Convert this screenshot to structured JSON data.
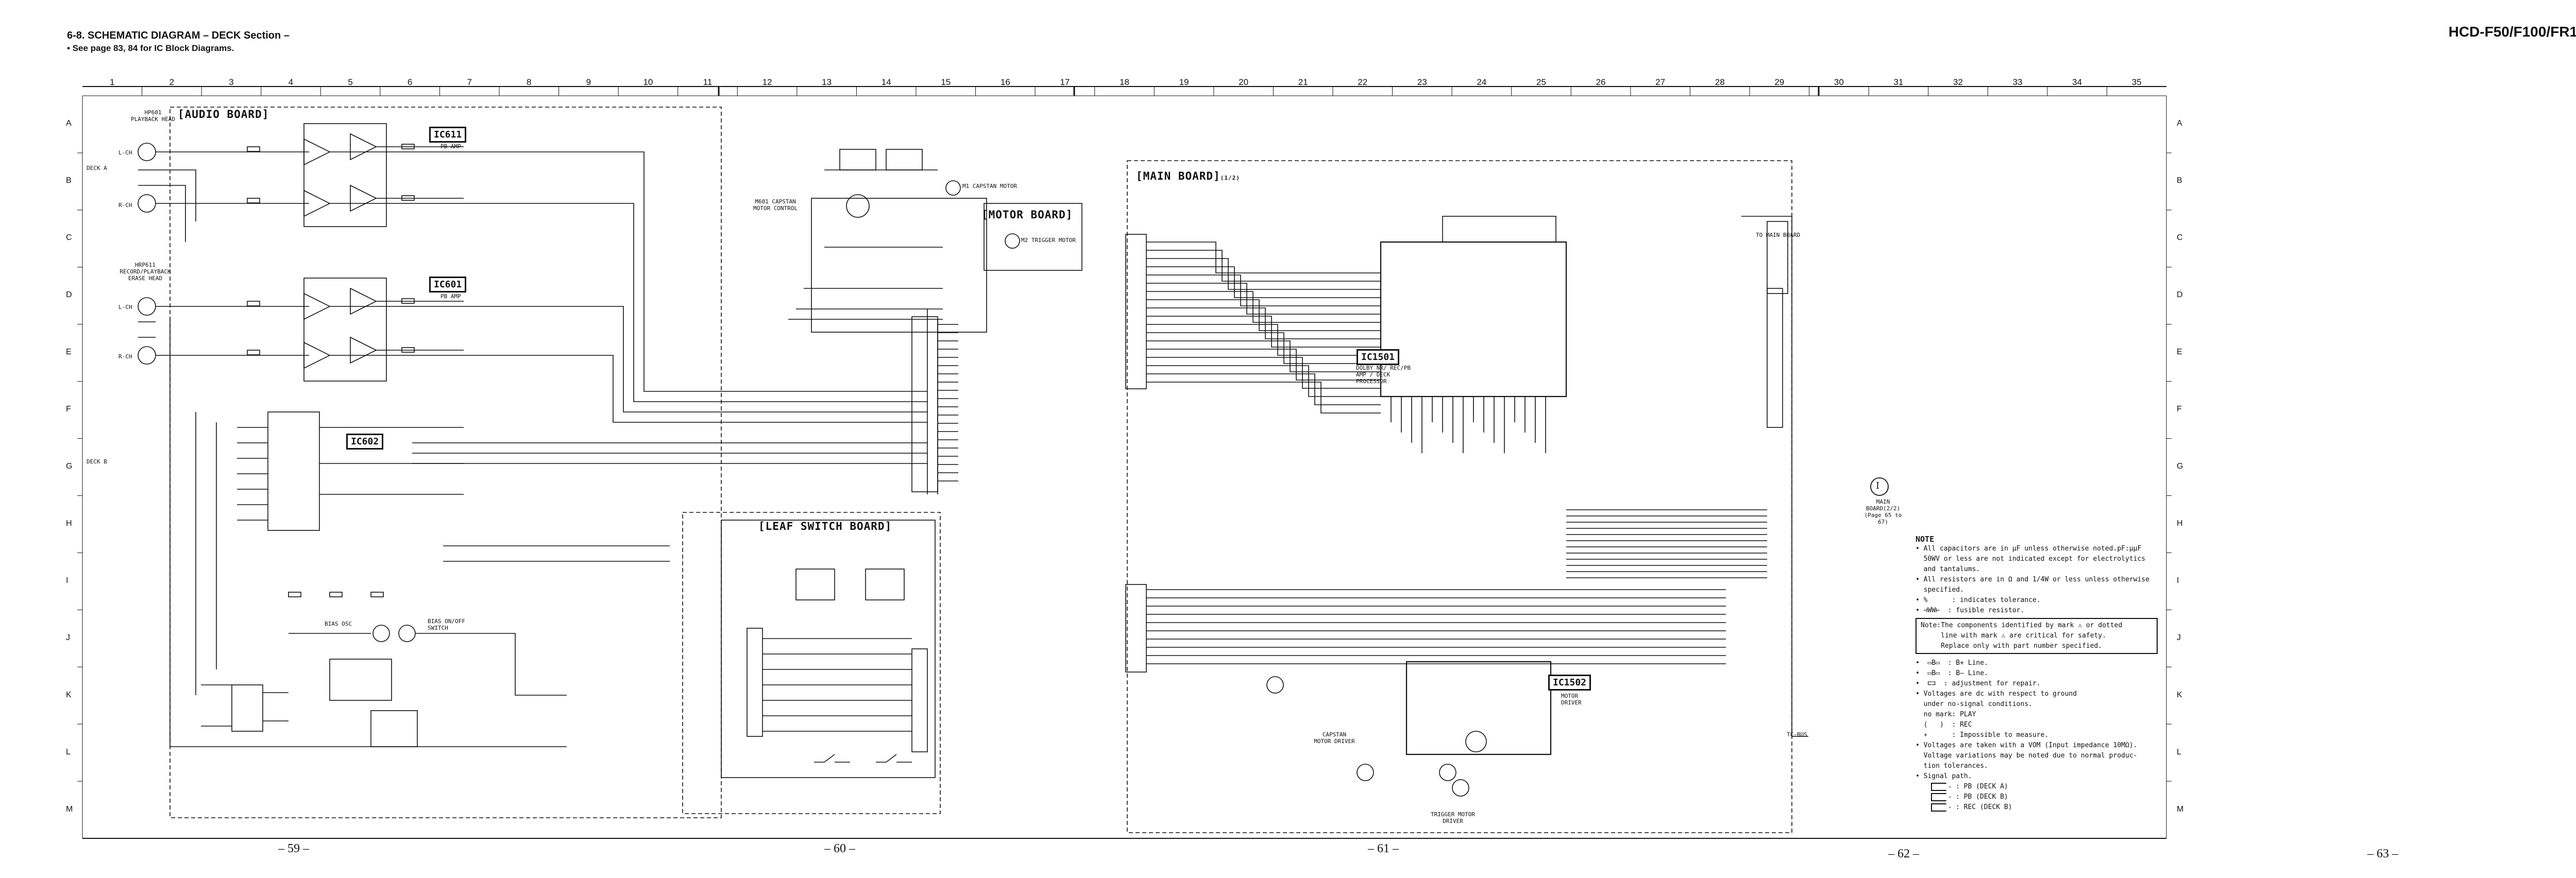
{
  "header": {
    "title": "6-8.   SCHEMATIC DIAGRAM  – DECK Section –",
    "subtitle": "• See page 83, 84 for IC Block Diagrams.",
    "model": "HCD-F50/F100/FR1"
  },
  "grid": {
    "columns": [
      "1",
      "2",
      "3",
      "4",
      "5",
      "6",
      "7",
      "8",
      "9",
      "10",
      "11",
      "12",
      "13",
      "14",
      "15",
      "16",
      "17",
      "18",
      "19",
      "20",
      "21",
      "22",
      "23",
      "24",
      "25",
      "26",
      "27",
      "28",
      "29",
      "30",
      "31",
      "32",
      "33",
      "34",
      "35"
    ],
    "rows": [
      "A",
      "B",
      "C",
      "D",
      "E",
      "F",
      "G",
      "H",
      "I",
      "J",
      "K",
      "L",
      "M"
    ]
  },
  "pages": [
    "– 59 –",
    "– 60 –",
    "– 61 –",
    "– 62 –",
    "– 63 –"
  ],
  "boards": {
    "audio": "[AUDIO BOARD]",
    "motor": "[MOTOR BOARD]",
    "main": "[MAIN BOARD]",
    "main_suffix": "(1/2)",
    "leaf": "[LEAF SWITCH BOARD]"
  },
  "ics": [
    "IC611",
    "IC601",
    "IC602",
    "IC1501",
    "IC1502"
  ],
  "ic_captions": {
    "ic611": "PB AMP",
    "ic601": "PB AMP",
    "ic1501": "DOLBY NR/ REC/PB AMP / DECK PROCESSOR",
    "ic1502": "MOTOR DRIVER"
  },
  "labels": {
    "deck_a": "DECK A",
    "deck_b": "DECK B",
    "lch": "L-CH",
    "rch": "R-CH",
    "pb_head": "HP601 PLAYBACK HEAD",
    "rec_head": "HRP611 RECORD/PLAYBACK ERASE HEAD",
    "capstan_motor": "M1 CAPSTAN MOTOR",
    "trigger_motor": "M2 TRIGGER MOTOR",
    "capstan_motor_control": "M601 CAPSTAN MOTOR CONTROL",
    "bias_oscillator": "BIAS OSC",
    "bias_on_off": "BIAS ON/OFF SWITCH",
    "to_main": "TO MAIN BOARD",
    "tc_bus": "TC-BUS",
    "trigger_motor_driver": "TRIGGER MOTOR DRIVER",
    "capstan_motor_driver": "CAPSTAN MOTOR DRIVER",
    "main_board_note": "MAIN BOARD(2/2) (Page 65 to 67)",
    "circled_mark": "I"
  },
  "notes": {
    "title": "NOTE",
    "items": [
      "• All capacitors are in µF unless otherwise noted.pF:µµF",
      "  50WV or less are not indicated except for electrolytics",
      "  and tantalums.",
      "• All resistors are in Ω and 1/4W or less unless otherwise",
      "  specified.",
      "• %      : indicates tolerance.",
      "• ⊣WW⊢  : fusible resistor."
    ],
    "warning": [
      "Note:The components identified by mark ⚠ or dotted",
      "     line with mark ⚠ are critical for safety.",
      "     Replace only with part number specified."
    ],
    "items2": [
      "•  ▭B▭  : B+ Line.",
      "•  ▭B▭  : B– Line.",
      "•  ⊏⊐  : adjustment for repair.",
      "• Voltages are dc with respect to ground",
      "  under no-signal conditions.",
      "  no mark: PLAY",
      "  (   )  : REC",
      "  ∗      : Impossible to measure.",
      "• Voltages are taken with a VOM (Input impedance 10MΩ).",
      "  Voltage variations may be noted due to normal produc-",
      "  tion tolerances.",
      "• Signal path."
    ],
    "signal_paths": [
      ": PB (DECK A)",
      ": PB (DECK B)",
      ": REC (DECK B)"
    ]
  }
}
